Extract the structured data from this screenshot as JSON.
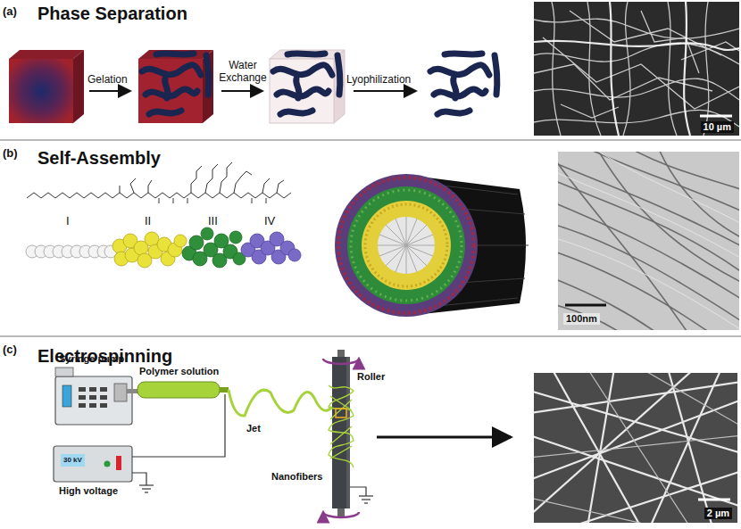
{
  "diagram": {
    "nodes": [
      {
        "text": [
          "(a)",
          "Phase Separation"
        ]
      },
      {
        "text": [
          "10 µm"
        ],
        "in": 0
      },
      {
        "text": [
          "(b)",
          "Self-Assembly"
        ]
      },
      {
        "text": [
          "100nm"
        ],
        "in": 2
      },
      {
        "text": [
          "(c)",
          "Electrospinning"
        ]
      },
      {
        "text": [
          "30 kV",
          "High voltage"
        ],
        "in": 4
      },
      {
        "text": [
          "2 µm"
        ],
        "in": 4
      }
    ],
    "labels": [
      "Gelation",
      "Water Exchange",
      "Lyophilization",
      "I",
      "II",
      "III",
      "IV",
      "Syringe pump",
      "Polymer solution",
      "Jet",
      "Roller",
      "Nanofibers"
    ]
  }
}
